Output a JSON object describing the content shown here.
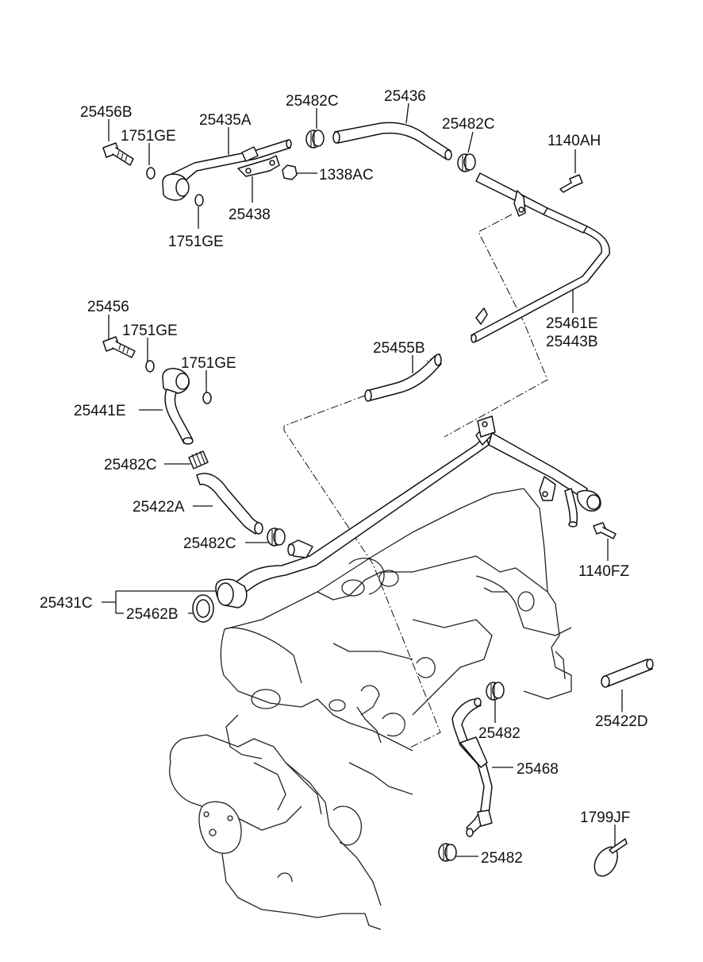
{
  "labels": {
    "p25456B": "25456B",
    "p1751GE_a": "1751GE",
    "p25435A": "25435A",
    "p25482C_a": "25482C",
    "p25436": "25436",
    "p25482C_b": "25482C",
    "p1140AH": "1140AH",
    "p1338AC": "1338AC",
    "p25438": "25438",
    "p1751GE_b": "1751GE",
    "p25456": "25456",
    "p1751GE_c": "1751GE",
    "p1751GE_d": "1751GE",
    "p25455B": "25455B",
    "p25461E": "25461E",
    "p25443B": "25443B",
    "p25441E": "25441E",
    "p25482C_c": "25482C",
    "p25422A": "25422A",
    "p25482C_d": "25482C",
    "p1140FZ": "1140FZ",
    "p25431C": "25431C",
    "p25462B": "25462B",
    "p25482_a": "25482",
    "p25422D": "25422D",
    "p25468": "25468",
    "p1799JF": "1799JF",
    "p25482_b": "25482"
  },
  "colors": {
    "line": "#111111",
    "background": "#ffffff"
  }
}
